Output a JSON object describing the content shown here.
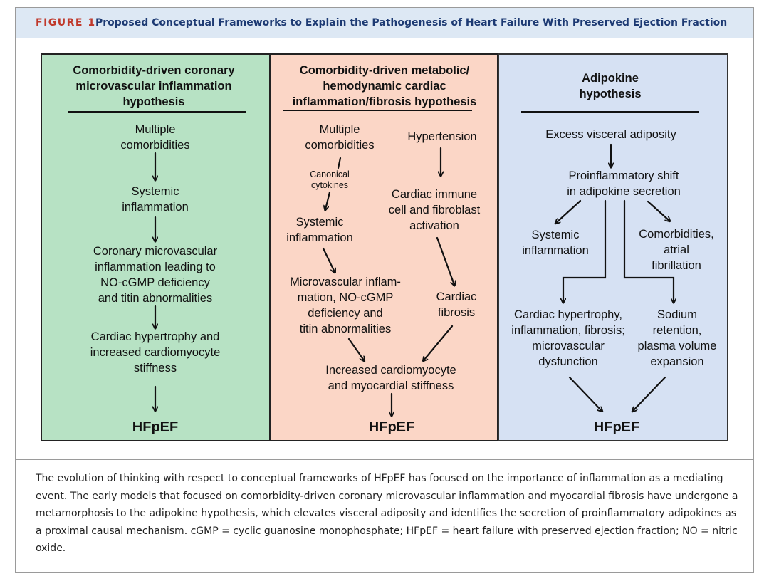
{
  "figure": {
    "label": "FIGURE 1",
    "title": "Proposed Conceptual Frameworks to Explain the Pathogenesis of Heart Failure With Preserved Ejection Fraction"
  },
  "colors": {
    "header_bg": "#dde8f4",
    "label_red": "#c0392b",
    "title_blue": "#1d3a73",
    "panel1_bg": "#b7e2c4",
    "panel2_bg": "#fbd6c6",
    "panel3_bg": "#d6e1f3"
  },
  "panel1": {
    "heading": "Comorbidity-driven coronary\nmicrovascular inflammation\nhypothesis",
    "nodes": [
      "Multiple\ncomorbidities",
      "Systemic\ninflammation",
      "Coronary microvascular\ninflammation leading to\nNO-cGMP deficiency\nand titin abnormalities",
      "Cardiac hypertrophy and\nincreased cardiomyocyte\nstiffness"
    ],
    "outcome": "HFpEF"
  },
  "panel2": {
    "heading": "Comorbidity-driven metabolic/\nhemodynamic cardiac\ninflammation/fibrosis hypothesis",
    "nodes": [
      "Multiple\ncomorbidities",
      "Hypertension",
      "Canonical\ncytokines",
      "Systemic\ninflammation",
      "Cardiac immune\ncell and fibroblast\nactivation",
      "Microvascular inflam-\nmation, NO-cGMP\ndeficiency and\ntitin abnormalities",
      "Cardiac\nfibrosis",
      "Increased cardiomyocyte\nand myocardial stiffness"
    ],
    "outcome": "HFpEF"
  },
  "panel3": {
    "heading": "Adipokine\nhypothesis",
    "nodes": [
      "Excess visceral adiposity",
      "Proinflammatory shift\nin adipokine secretion",
      "Systemic\ninflammation",
      "Comorbidities,\natrial\nfibrillation",
      "Cardiac hypertrophy,\ninflammation, fibrosis;\nmicrovascular\ndysfunction",
      "Sodium\nretention,\nplasma volume\nexpansion"
    ],
    "outcome": "HFpEF"
  },
  "caption": "The evolution of thinking with respect to conceptual frameworks of HFpEF has focused on the importance of inflammation as a mediating event. The early models that focused on comorbidity-driven coronary microvascular inflammation and myocardial fibrosis have undergone a metamorphosis to the adipokine hypothesis, which elevates visceral adiposity and identifies the secretion of proinflammatory adipokines as a proximal causal mechanism. cGMP = cyclic guanosine monophosphate; HFpEF = heart failure with preserved ejection fraction; NO = nitric oxide."
}
